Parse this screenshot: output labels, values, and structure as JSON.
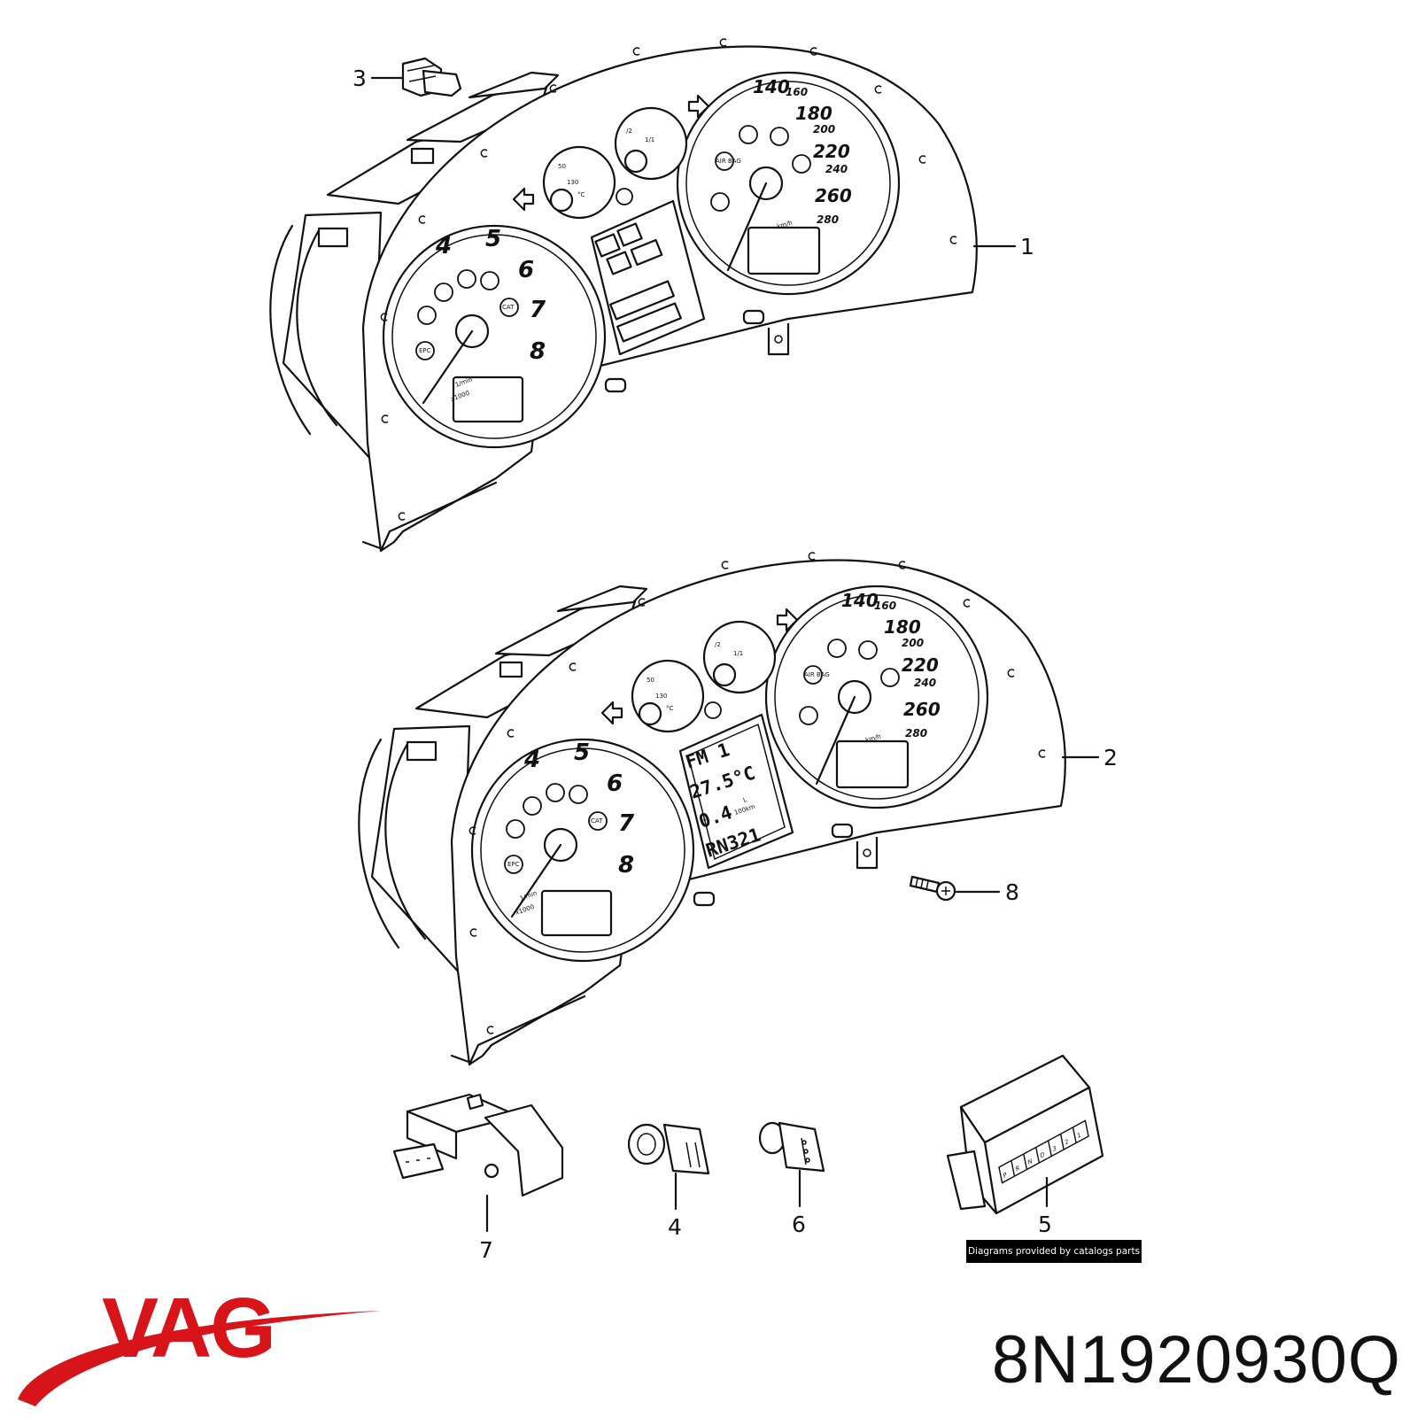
{
  "callouts": [
    "1",
    "2",
    "3",
    "4",
    "5",
    "6",
    "7",
    "8"
  ],
  "tach_numbers": [
    "4",
    "5",
    "6",
    "7",
    "8"
  ],
  "speedo_numbers": [
    "140",
    "160",
    "180",
    "200",
    "220",
    "240",
    "260",
    "280"
  ],
  "tach_unit": "1/min",
  "tach_multiplier": "x1000",
  "speed_unit": "km/h",
  "temp_gauge_labels": [
    "50",
    "130",
    "°C"
  ],
  "fuel_gauge_labels": [
    "/2",
    "1/1"
  ],
  "icon_labels": {
    "airbag": "AIR BAG",
    "epc": "EPC",
    "cat": "CAT"
  },
  "lcd_display": {
    "line1": "FM 1",
    "line2": "27.5°C",
    "line3": "0.4",
    "line3_unit_top": "L",
    "line3_unit_bottom": "100km",
    "line4": "RN321"
  },
  "gear_indicator": [
    "P",
    "R",
    "N",
    "D",
    "3",
    "2",
    "1"
  ],
  "credit_text": "Diagrams provided by catalogs parts",
  "brand_logo_text": "VAG",
  "brand_color": "#d7141a",
  "part_number": "8N1920930Q"
}
